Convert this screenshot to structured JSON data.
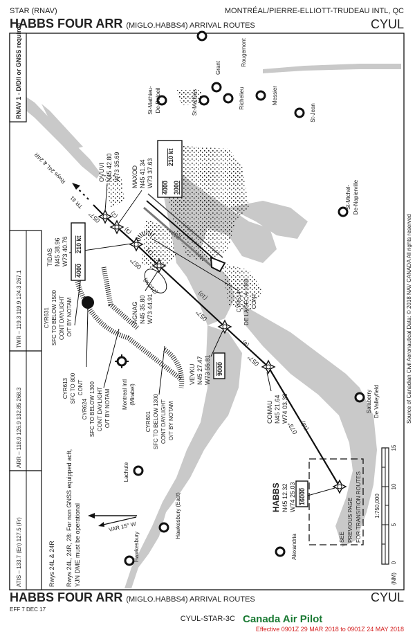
{
  "header": {
    "chart_type": "STAR (RNAV)",
    "airport": "MONTRÉAL/PIERRE-ELLIOTT-TRUDEAU INTL, QC",
    "title": "HABBS FOUR ARR",
    "subtitle": "(MIGLO.HABBS4) ARRIVAL ROUTES",
    "ident": "CYUL"
  },
  "footer": {
    "title": "HABBS FOUR ARR",
    "subtitle": "(MIGLO.HABBS4) ARRIVAL ROUTES",
    "ident": "CYUL",
    "eff": "EFF 7 DEC 17",
    "chart_id": "CYUL-STAR-3C",
    "brand": "Canada Air Pilot",
    "brand_color": "#1a7a33",
    "effective": "Effective 0901Z 29 MAR 2018 to 0901Z 24 MAY 2018",
    "effective_color": "#d42020"
  },
  "sidebar": {
    "rnav": "RNAV 1 - D/D/I or GNSS required",
    "twr": "TWR – 119.3  119.9  124.3  267.1",
    "arr": "ARR – 118.9  126.9  132.85  268.3",
    "atis": "ATIS – 133.7 (En)  127.5 (Fr)"
  },
  "notes": {
    "rwys": "Rwys 24L & 24R",
    "line1": "Rwys 24L, 24R, 28: For non GNSS equipped acft,",
    "line2": "YJN DME must be operational"
  },
  "waypoints": {
    "ovuvi": {
      "name": "OVUVI",
      "lat": "N45 42.80",
      "lon": "W73 35.69"
    },
    "maxod": {
      "name": "MAXOD",
      "lat": "N45 41.34",
      "lon": "W73 37.63",
      "alt_top": "4000",
      "alt_bottom": "3000",
      "speed": "210 kt"
    },
    "tidas": {
      "name": "TIDAS",
      "lat": "N45 38.96",
      "lon": "W73 40.76",
      "alt": "4000",
      "speed": "210 kt"
    },
    "agnag": {
      "name": "AGNAG",
      "lat": "N45 35.80",
      "lon": "W73 44.91"
    },
    "vevku": {
      "name": "VEVKU",
      "lat": "N45 27.47",
      "lon": "W73 55.81",
      "alt": "9000"
    },
    "comau": {
      "name": "COMAU",
      "lat": "N45 21.64",
      "lon": "W74 03.38"
    },
    "habbs": {
      "name": "HABBS",
      "lat": "N45 12.32",
      "lon": "W74 25.03",
      "alt": "16000"
    }
  },
  "route": {
    "track1": "057°",
    "track2": "073°",
    "track3": "237°",
    "leg_habbs": "(18)",
    "leg_comau": "(8)",
    "leg_vevku": "(10)",
    "leg_agnag": "(3)",
    "leg_tidas": "(3)",
    "leg_maxod": "(2)",
    "speed_arc": "(210 kt)",
    "runway_arrow": "Rwys 24L & 24R",
    "tr": "TR 31"
  },
  "restricted": {
    "cyr631": [
      "CYR631",
      "SFC TO BELOW 1500",
      "CONT DAYLIGHT",
      "O/T BY NOTAM"
    ],
    "cyr613": [
      "CYR613",
      "SFC TO 800",
      "CONT"
    ],
    "cyr624": [
      "CYR624",
      "SFC TO BELOW 1300",
      "CONT DAYLIGHT",
      "O/T BY NOTAM"
    ],
    "cyr601": [
      "CYR601",
      "SFC TO BELOW 1300",
      "CONT DAYLIGHT",
      "O/T BY NOTAM"
    ],
    "cyr614": [
      "CYR614",
      "DE LA SFC A 1300",
      "CONT"
    ]
  },
  "towns": {
    "mirabel": [
      "Montreal Intl",
      "(Mirabel)"
    ],
    "lachute": "Lachute",
    "hawkesbury_east": "Hawkesbury (East)",
    "hawkesbury": "Hawkesbury",
    "alexandria": "Alexandria",
    "salaberry": [
      "Salaberry",
      "De Valleyfield"
    ],
    "st_michel": [
      "St-Michel-",
      "De-Napierville"
    ],
    "st_jean": "St-Jean",
    "messier": "Messier",
    "richelieu": "Richelieu",
    "grant": "Grant",
    "rougemont": "Rougemont",
    "st_mathias": "St-Mathias",
    "st_mathieu": [
      "St-Mathieu-",
      "De-Beloeil"
    ]
  },
  "misc": {
    "var": "VAR 15° W",
    "see_box": [
      "SEE",
      "PREVIOUS PAGE",
      "FOR TRANSITION ROUTES"
    ],
    "scale": "1:750,000",
    "scale_ticks": [
      "0",
      "5",
      "10",
      "15"
    ],
    "scale_unit": "(NM)",
    "source": "Source of Canadian Civil Aeronautical Data: © 2018 NAV CANADA All rights reserved"
  }
}
